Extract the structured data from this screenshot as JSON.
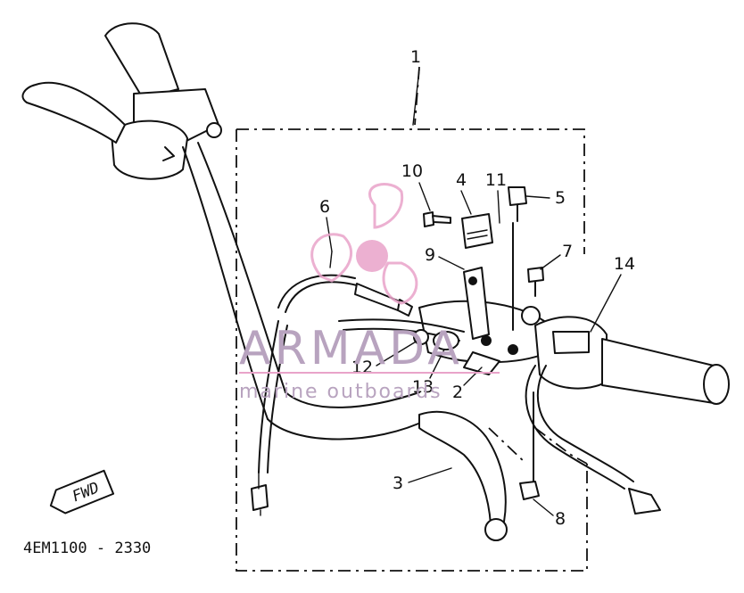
{
  "diagram": {
    "assembly_label": "1",
    "part_numbers": {
      "p2": "2",
      "p3": "3",
      "p4": "4",
      "p5": "5",
      "p6": "6",
      "p7": "7",
      "p8": "8",
      "p9": "9",
      "p10": "10",
      "p11": "11",
      "p12": "12",
      "p13": "13",
      "p14": "14"
    },
    "direction_tag": "FWD",
    "drawing_code": "4EM1100 - 2330"
  },
  "watermark": {
    "brand": "ARMADA",
    "tagline": "marine outboards",
    "logo_color": "#e9a3c9",
    "text_color": "#b8a3bf"
  }
}
